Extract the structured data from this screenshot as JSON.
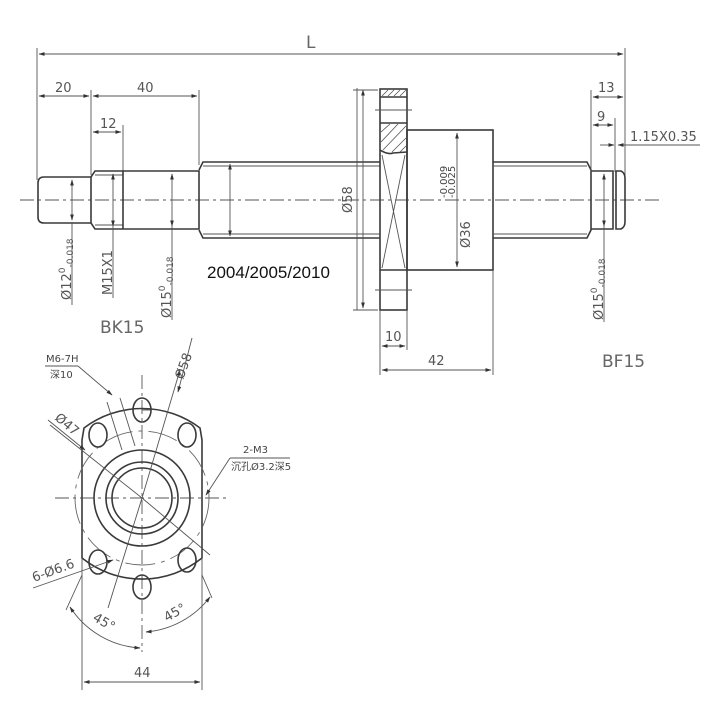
{
  "drawing": {
    "title": "Ball screw dimension drawing",
    "model_label": "2004/2005/2010",
    "left_support_label": "BK15",
    "right_support_label": "BF15"
  },
  "shaft_dimensions": {
    "total_length": "L",
    "left_end_length": "20",
    "left_section_length": "40",
    "thread_length": "12",
    "right_end_length": "13",
    "right_groove_offset": "9",
    "snap_ring_groove": "1.15X0.35",
    "left_journal_dia": "Ø12",
    "left_journal_tol_upper": "0",
    "left_journal_tol_lower": "-0.018",
    "thread_spec": "M15X1",
    "left_bearing_dia": "Ø15",
    "left_bearing_tol_upper": "0",
    "left_bearing_tol_lower": "-0.018",
    "screw_dia": "Ø58",
    "nut_body_dia": "Ø36",
    "nut_body_tol_upper": "-0.009",
    "nut_body_tol_lower": "-0.025",
    "right_bearing_dia": "Ø15",
    "right_bearing_tol_upper": "0",
    "right_bearing_tol_lower": "-0.018",
    "flange_thickness": "10",
    "nut_length": "42"
  },
  "flange_view": {
    "oil_hole": "M6-7H",
    "oil_hole_depth": "深10",
    "flange_dia": "Ø58",
    "bolt_circle_dia": "Ø47",
    "screw_holes": "2-M3",
    "screw_holes_note": "沉孔Ø3.2深5",
    "mount_holes": "6-Ø6.6",
    "angle_left": "45°",
    "angle_right": "45°",
    "flat_width": "44"
  }
}
